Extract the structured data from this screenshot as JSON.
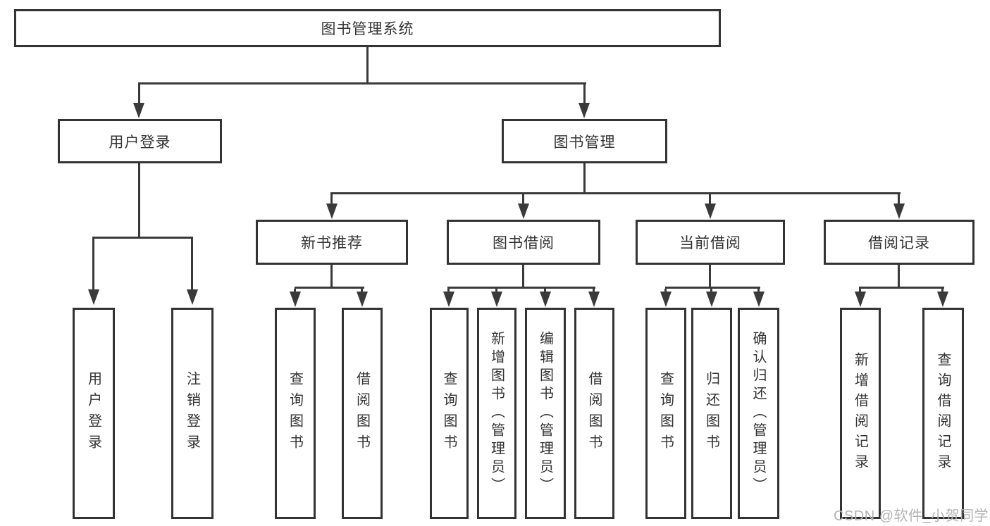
{
  "title": "图书管理系统",
  "level1": {
    "left": "用户登录",
    "right": "图书管理"
  },
  "level2": {
    "newbook": "新书推荐",
    "borrow": "图书借阅",
    "current": "当前借阅",
    "records": "借阅记录"
  },
  "leaves": {
    "login": [
      "用户登录",
      "注销登录"
    ],
    "newbook": [
      "查询图书",
      "借阅图书"
    ],
    "borrow": [
      "查询图书",
      "新增图书（管理员）",
      "编辑图书（管理员）",
      "借阅图书"
    ],
    "current": [
      "查询图书",
      "归还图书",
      "确认归还（管理员）"
    ],
    "records": [
      "新增借阅记录",
      "查询借阅记录"
    ]
  },
  "watermark": "CSDN @软件_小贺同学",
  "colors": {
    "line": "#3a3a3a",
    "border": "#333333",
    "text": "#333333",
    "watermark": "#b3b3b3",
    "background": "#ffffff"
  }
}
